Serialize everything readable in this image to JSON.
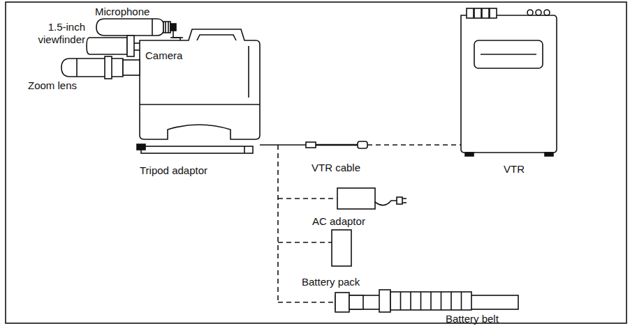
{
  "diagram": {
    "labels": [
      "Microphone",
      "1.5-inch viewfinder",
      "Camera",
      "Zoom lens",
      "Tripod adaptor",
      "VTR cable",
      "VTR",
      "AC adaptor",
      "Battery pack",
      "Battery belt"
    ]
  }
}
